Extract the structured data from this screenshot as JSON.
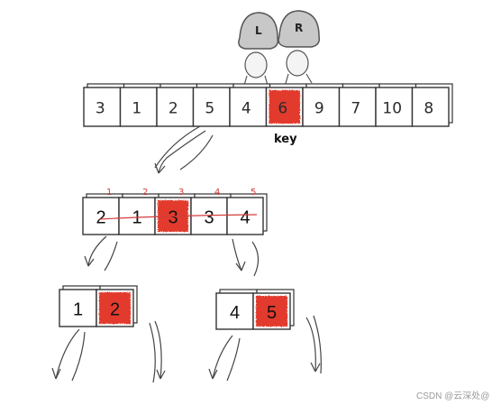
{
  "pointers": {
    "left": "L",
    "right": "R"
  },
  "top_array": {
    "values": [
      "3",
      "1",
      "2",
      "5",
      "4",
      "6",
      "9",
      "7",
      "10",
      "8"
    ],
    "pivot_index": 5,
    "pivot_label": "key"
  },
  "mid_array": {
    "top_marks": [
      "1",
      "2",
      "3",
      "4",
      "5"
    ],
    "values": [
      "2",
      "1",
      "3",
      "3",
      "4"
    ],
    "pivot_index": 2
  },
  "left_leaf": {
    "values": [
      "1",
      "2"
    ],
    "pivot_index": 1
  },
  "right_leaf": {
    "values": [
      "4",
      "5"
    ],
    "pivot_index": 1
  },
  "watermark": "CSDN @云深处@",
  "colors": {
    "pivot": "#e23a2e",
    "cell_border": "#333333",
    "helmet": "#c8c8c8"
  }
}
